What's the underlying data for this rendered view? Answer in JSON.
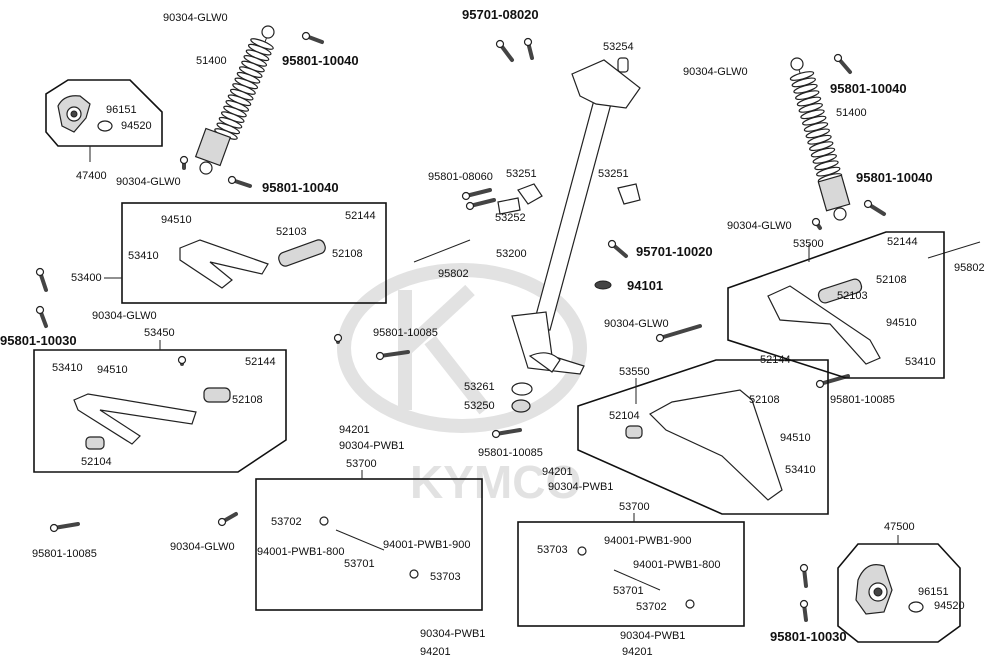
{
  "watermark": {
    "brand": "KYMCO"
  },
  "labels": {
    "l_90304_glw0_a": "90304-GLW0",
    "l_51400_a": "51400",
    "l_95801_10040_a": "95801-10040",
    "l_96151_a": "96151",
    "l_94520_a": "94520",
    "l_47400": "47400",
    "l_90304_glw0_b": "90304-GLW0",
    "l_95801_10040_b": "95801-10040",
    "l_95701_08020": "95701-08020",
    "l_53254": "53254",
    "l_90304_glw0_c": "90304-GLW0",
    "l_95801_10040_c": "95801-10040",
    "l_51400_b": "51400",
    "l_95801_08060": "95801-08060",
    "l_53251_a": "53251",
    "l_53251_b": "53251",
    "l_53252": "53252",
    "l_95801_10040_d": "95801-10040",
    "l_94510_a": "94510",
    "l_52103_a": "52103",
    "l_52144_a": "52144",
    "l_53410_a": "53410",
    "l_52108_a": "52108",
    "l_53200": "53200",
    "l_95701_10020": "95701-10020",
    "l_90304_glw0_d": "90304-GLW0",
    "l_53500": "53500",
    "l_52144_b": "52144",
    "l_53400": "53400",
    "l_95802_a": "95802",
    "l_94101": "94101",
    "l_52103_b": "52103",
    "l_52108_b": "52108",
    "l_95802_b": "95802",
    "l_95801_10030_a": "95801-10030",
    "l_90304_glw0_e": "90304-GLW0",
    "l_95801_10085_a": "95801-10085",
    "l_90304_glw0_f": "90304-GLW0",
    "l_94510_b": "94510",
    "l_53450": "53450",
    "l_53410_b": "53410",
    "l_94510_c": "94510",
    "l_52144_c": "52144",
    "l_52108_c": "52108",
    "l_53410_c": "53410",
    "l_53261": "53261",
    "l_53250": "53250",
    "l_53550": "53550",
    "l_52144_d": "52144",
    "l_95801_10085_b": "95801-10085",
    "l_52104_a": "52104",
    "l_52108_d": "52108",
    "l_94201_a": "94201",
    "l_90304_pwb1_a": "90304-PWB1",
    "l_95801_10085_c": "95801-10085",
    "l_94510_d": "94510",
    "l_52104_b": "52104",
    "l_53700_a": "53700",
    "l_94201_b": "94201",
    "l_53410_d": "53410",
    "l_90304_pwb1_b": "90304-PWB1",
    "l_53700_b": "53700",
    "l_47500": "47500",
    "l_53702_a": "53702",
    "l_95801_10085_d": "95801-10085",
    "l_90304_glw0_g": "90304-GLW0",
    "l_94001_pwb1_800_a": "94001-PWB1-800",
    "l_94001_pwb1_900_a": "94001-PWB1-900",
    "l_53701_a": "53701",
    "l_53703_a": "53703",
    "l_94001_pwb1_900_b": "94001-PWB1-900",
    "l_53703_b": "53703",
    "l_94001_pwb1_800_b": "94001-PWB1-800",
    "l_53701_b": "53701",
    "l_96151_b": "96151",
    "l_94520_b": "94520",
    "l_53702_b": "53702",
    "l_95801_10030_b": "95801-10030",
    "l_90304_pwb1_c": "90304-PWB1",
    "l_90304_pwb1_d": "90304-PWB1",
    "l_94201_c": "94201",
    "l_94201_d": "94201"
  }
}
